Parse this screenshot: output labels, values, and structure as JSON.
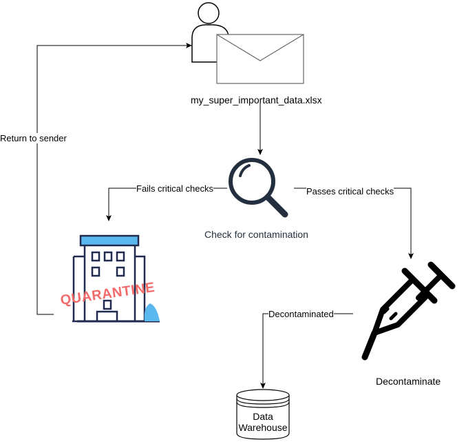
{
  "nodes": {
    "file_label": "my_super_important_data.xlsx",
    "check_label": "Check for contamination",
    "quarantine_text": "QUARANTINE",
    "decontaminate_label": "Decontaminate",
    "warehouse_line1": "Data",
    "warehouse_line2": "Warehouse"
  },
  "edges": {
    "return_label": "Return to sender",
    "fails_label": "Fails critical checks",
    "passes_label": "Passes critical checks",
    "decontaminated_label": "Decontaminated"
  },
  "colors": {
    "line": "#000000",
    "envelope_stroke": "#666666",
    "check_caption": "#232f3e",
    "quarantine_red": "#f26b6b",
    "building_navy": "#1f2a4e",
    "building_blue": "#5bb8ee"
  }
}
